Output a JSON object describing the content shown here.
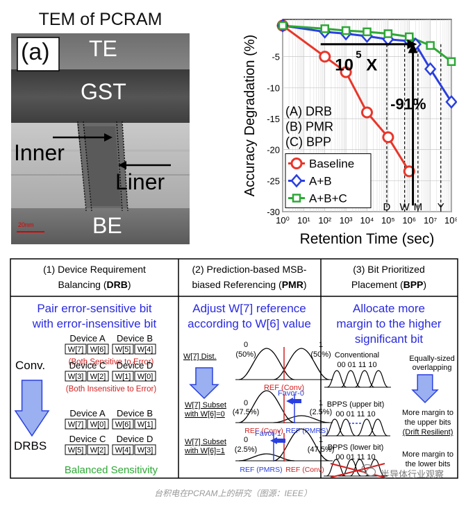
{
  "tem": {
    "title": "TEM of PCRAM",
    "panel_label": "(a)",
    "layers": [
      "TE",
      "GST",
      "BE"
    ],
    "arrow_labels": [
      "Inner",
      "Liner"
    ],
    "scale_bar": "20nm"
  },
  "chart_data": {
    "type": "line",
    "xlabel": "Retention Time (sec)",
    "ylabel": "Accuracy Degradation (%)",
    "xscale": "log",
    "xlim": [
      1,
      100000000
    ],
    "ylim": [
      -30,
      1
    ],
    "x_ticks": [
      "10⁰",
      "10¹",
      "10²",
      "10³",
      "10⁴",
      "10⁵",
      "10⁶",
      "10⁷",
      "10⁸"
    ],
    "y_ticks": [
      "-5",
      "-10",
      "-15",
      "-20",
      "-25",
      "-30"
    ],
    "grid": true,
    "legend_position": "bottom-left",
    "series": [
      {
        "name": "Baseline",
        "color": "#e8362a",
        "marker": "circle",
        "x": [
          1,
          100,
          1000,
          10000,
          100000,
          1000000
        ],
        "y": [
          0,
          -5,
          -7.5,
          -14,
          -18,
          -23.5
        ]
      },
      {
        "name": "A+B",
        "color": "#2a3fe0",
        "marker": "diamond",
        "x": [
          1,
          100,
          1000,
          10000,
          100000,
          1000000,
          2000000,
          10000000,
          100000000
        ],
        "y": [
          0,
          -1,
          -1.3,
          -1.7,
          -2.2,
          -2.5,
          -3,
          -7,
          -12.3
        ]
      },
      {
        "name": "A+B+C",
        "color": "#2ea836",
        "marker": "square",
        "x": [
          1,
          100,
          1000,
          10000,
          100000,
          1000000,
          10000000,
          100000000
        ],
        "y": [
          0,
          -0.5,
          -0.8,
          -1,
          -1.3,
          -1.8,
          -3.2,
          -5.8
        ]
      }
    ],
    "annotations": {
      "speedup": "10",
      "speedup_exp": "5",
      "speedup_suffix": "X",
      "drop": "-91%",
      "abbrev": [
        "(A) DRB",
        "(B) PMR",
        "(C) BPP"
      ],
      "time_markers": [
        "D",
        "W",
        "M",
        "Y"
      ]
    }
  },
  "panels": {
    "drb": {
      "title_line1": "(1) Device Requirement",
      "title_line2_pre": "Balancing (",
      "title_line2_bold": "DRB",
      "title_line2_post": ")",
      "headline": [
        "Pair error-sensitive bit",
        "with error-insensitive bit"
      ],
      "conv": "Conv.",
      "drbs": "DRBS",
      "groups": [
        {
          "devices": [
            "Device A",
            "Device B"
          ],
          "bits": [
            [
              "W[7]",
              "W[6]"
            ],
            [
              "W[5]",
              "W[4]"
            ]
          ],
          "note": "(Both Sensitive to Error)"
        },
        {
          "devices": [
            "Device C",
            "Device D"
          ],
          "bits": [
            [
              "W[3]",
              "W[2]"
            ],
            [
              "W[1]",
              "W[0]"
            ]
          ],
          "note": "(Both Insensitive to Error)"
        },
        {
          "devices": [
            "Device A",
            "Device B"
          ],
          "bits": [
            [
              "W[7]",
              "W[0]"
            ],
            [
              "W[6]",
              "W[1]"
            ]
          ],
          "note": ""
        },
        {
          "devices": [
            "Device C",
            "Device D"
          ],
          "bits": [
            [
              "W[5]",
              "W[2]"
            ],
            [
              "W[4]",
              "W[3]"
            ]
          ],
          "note": ""
        }
      ],
      "footer": "Balanced Sensitivity"
    },
    "pmr": {
      "title_line1": "(2) Prediction-based MSB-",
      "title_line2_pre": "biased Referencing (",
      "title_line2_bold": "PMR",
      "title_line2_post": ")",
      "headline": [
        "Adjust W[7] reference",
        "according to W[6] value"
      ],
      "row1": {
        "label": "W[7] Dist.",
        "left": [
          "0",
          "(50%)"
        ],
        "right": [
          "1",
          "(50%)"
        ],
        "ref": "REF (Conv)"
      },
      "row2": {
        "label": [
          "W[7] Subset",
          "with W[6]=0"
        ],
        "left": [
          "0",
          "(47.5%)"
        ],
        "right": [
          "1",
          "(2.5%)"
        ],
        "favor": "Favor-0",
        "ref_a": "REF (Conv)",
        "ref_b": "REF (PMRS)"
      },
      "row3": {
        "label": [
          "W[7] Subset",
          "with W[6]=1"
        ],
        "left": [
          "0",
          "(2.5%)"
        ],
        "right": [
          "1",
          "(47.5%)"
        ],
        "favor": "Favor-1",
        "ref_a": "REF (PMRS)",
        "ref_b": "REF (Conv)"
      }
    },
    "bpp": {
      "title_line1": "(3) Bit Prioritized",
      "title_line2_pre": "Placement (",
      "title_line2_bold": "BPP",
      "title_line2_post": ")",
      "headline": [
        "Allocate more",
        "margin to the higher",
        "significant bit"
      ],
      "conventional": "Conventional",
      "codes": "00 01 11 10",
      "equal_note": [
        "Equally-sized",
        "overlapping"
      ],
      "upper_label": "BPPS (upper bit)",
      "upper_note": [
        "More margin to",
        "the upper bits",
        "(Drift Resilient)"
      ],
      "lower_label": "BPPS (lower bit)",
      "lower_note": [
        "More margin to",
        "the lower bits"
      ]
    }
  },
  "watermark": "半导体行业观察",
  "caption": "台积电在PCRAM上的研究（图源：IEEE）"
}
